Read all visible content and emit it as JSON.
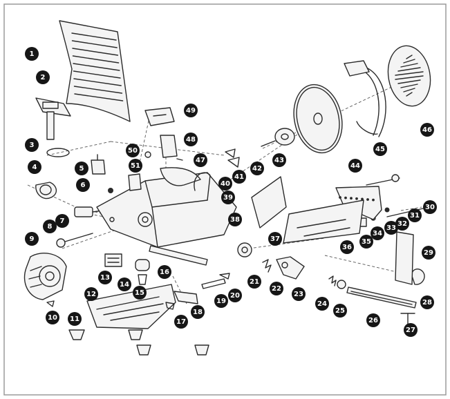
{
  "diagram": {
    "frame_color": "#9a9a9a",
    "line_color": "#2a2a2a",
    "callout_color": "#161616",
    "callouts": [
      "1",
      "2",
      "3",
      "4",
      "5",
      "6",
      "7",
      "8",
      "9",
      "10",
      "11",
      "12",
      "13",
      "14",
      "15",
      "16",
      "17",
      "18",
      "19",
      "20",
      "21",
      "22",
      "23",
      "24",
      "25",
      "26",
      "27",
      "28",
      "29",
      "30",
      "31",
      "32",
      "33",
      "34",
      "35",
      "36",
      "37",
      "38",
      "39",
      "40",
      "41",
      "42",
      "43",
      "44",
      "45",
      "46",
      "47",
      "48",
      "49",
      "50",
      "51"
    ]
  }
}
